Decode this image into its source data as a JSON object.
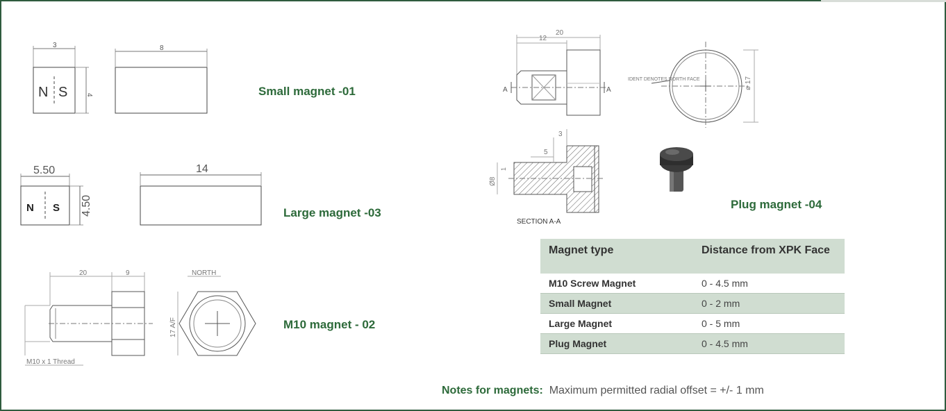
{
  "labels": {
    "small_magnet": "Small magnet -01",
    "large_magnet": "Large magnet -03",
    "m10_magnet": "M10 magnet - 02",
    "plug_magnet": "Plug magnet -04"
  },
  "small_drawing": {
    "dim_width": "3",
    "dim_length": "8",
    "dim_height": "4",
    "pole_n": "N",
    "pole_s": "S"
  },
  "large_drawing": {
    "dim_width": "5.50",
    "dim_length": "14",
    "dim_height": "4.50",
    "pole_n": "N",
    "pole_s": "S"
  },
  "m10_drawing": {
    "dim_shaft": "20",
    "dim_head": "9",
    "thread": "M10 x 1 Thread",
    "north": "NORTH",
    "af": "17 A/F"
  },
  "plug_drawing": {
    "dim_total": "20",
    "dim_shaft": "12",
    "section_mark": "A",
    "ident": "IDENT DENOTES NORTH FACE",
    "dia": "ø 17",
    "sec_3": "3",
    "sec_5": "5",
    "sec_dia": "Ø8",
    "sec_1": "1",
    "section_label": "SECTION A-A"
  },
  "table": {
    "headers": [
      "Magnet type",
      "Distance from XPK Face"
    ],
    "rows": [
      [
        "M10 Screw Magnet",
        "0 - 4.5 mm"
      ],
      [
        "Small Magnet",
        "0 - 2 mm"
      ],
      [
        "Large Magnet",
        "0 - 5 mm"
      ],
      [
        "Plug Magnet",
        "0 - 4.5 mm"
      ]
    ]
  },
  "notes": {
    "title": "Notes for magnets:",
    "text": "Maximum permitted radial offset = +/- 1 mm"
  },
  "colors": {
    "accent": "#2d6a3a",
    "frame": "#2f5b3e",
    "table_band": "#d0ddd1"
  }
}
